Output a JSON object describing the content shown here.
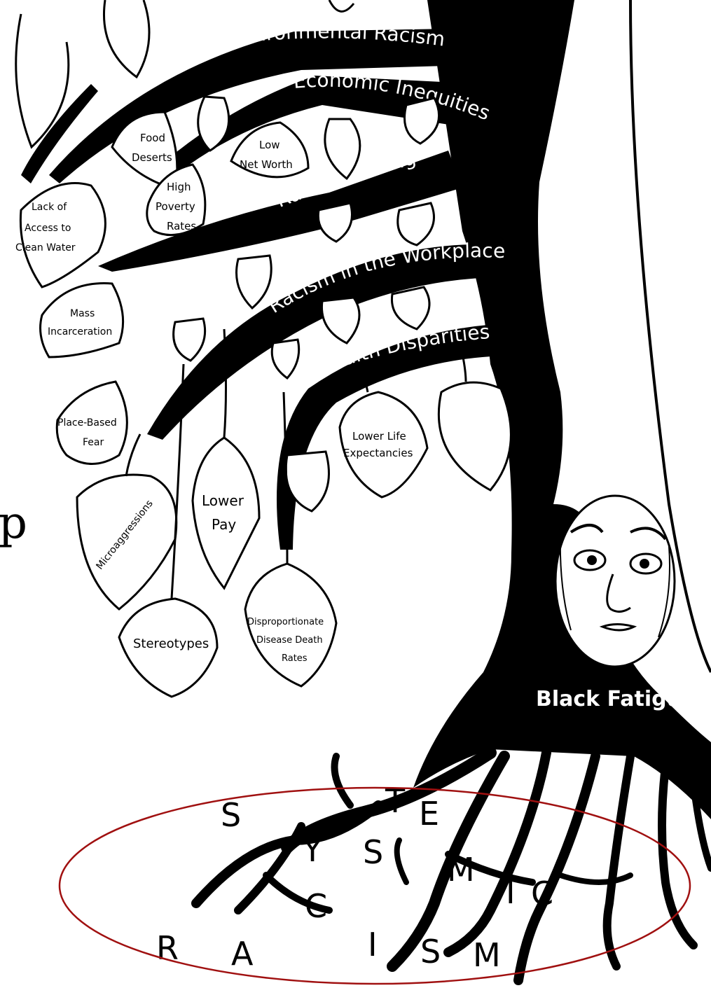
{
  "colors": {
    "ink": "#000000",
    "paper": "#ffffff",
    "highlight": "#a01010"
  },
  "edge_text": "p",
  "branches": [
    "Environmental Racism",
    "Economic Inequities",
    "Racial Profiling",
    "Racism in the Workplace",
    "Health Disparities"
  ],
  "leaves": [
    [
      "Food",
      "Deserts"
    ],
    [
      "Low",
      "Net Worth"
    ],
    [
      "Lack of",
      "Access to",
      "Clean Water"
    ],
    [
      "High",
      "Poverty",
      "Rates"
    ],
    [
      "Mass",
      "Incarceration"
    ],
    [
      "Place-Based",
      "Fear"
    ],
    [
      "Microaggressions"
    ],
    [
      "Lower",
      "Pay"
    ],
    [
      "Lower Life",
      "Expectancies"
    ],
    [
      "Stereotypes"
    ],
    [
      "Disproportionate",
      "Disease Death",
      "Rates"
    ]
  ],
  "trunk_label": "Black Fatigue",
  "root_letters": [
    "S",
    "Y",
    "S",
    "T",
    "E",
    "M",
    "I",
    "C",
    "R",
    "A",
    "C",
    "I",
    "S",
    "M"
  ]
}
